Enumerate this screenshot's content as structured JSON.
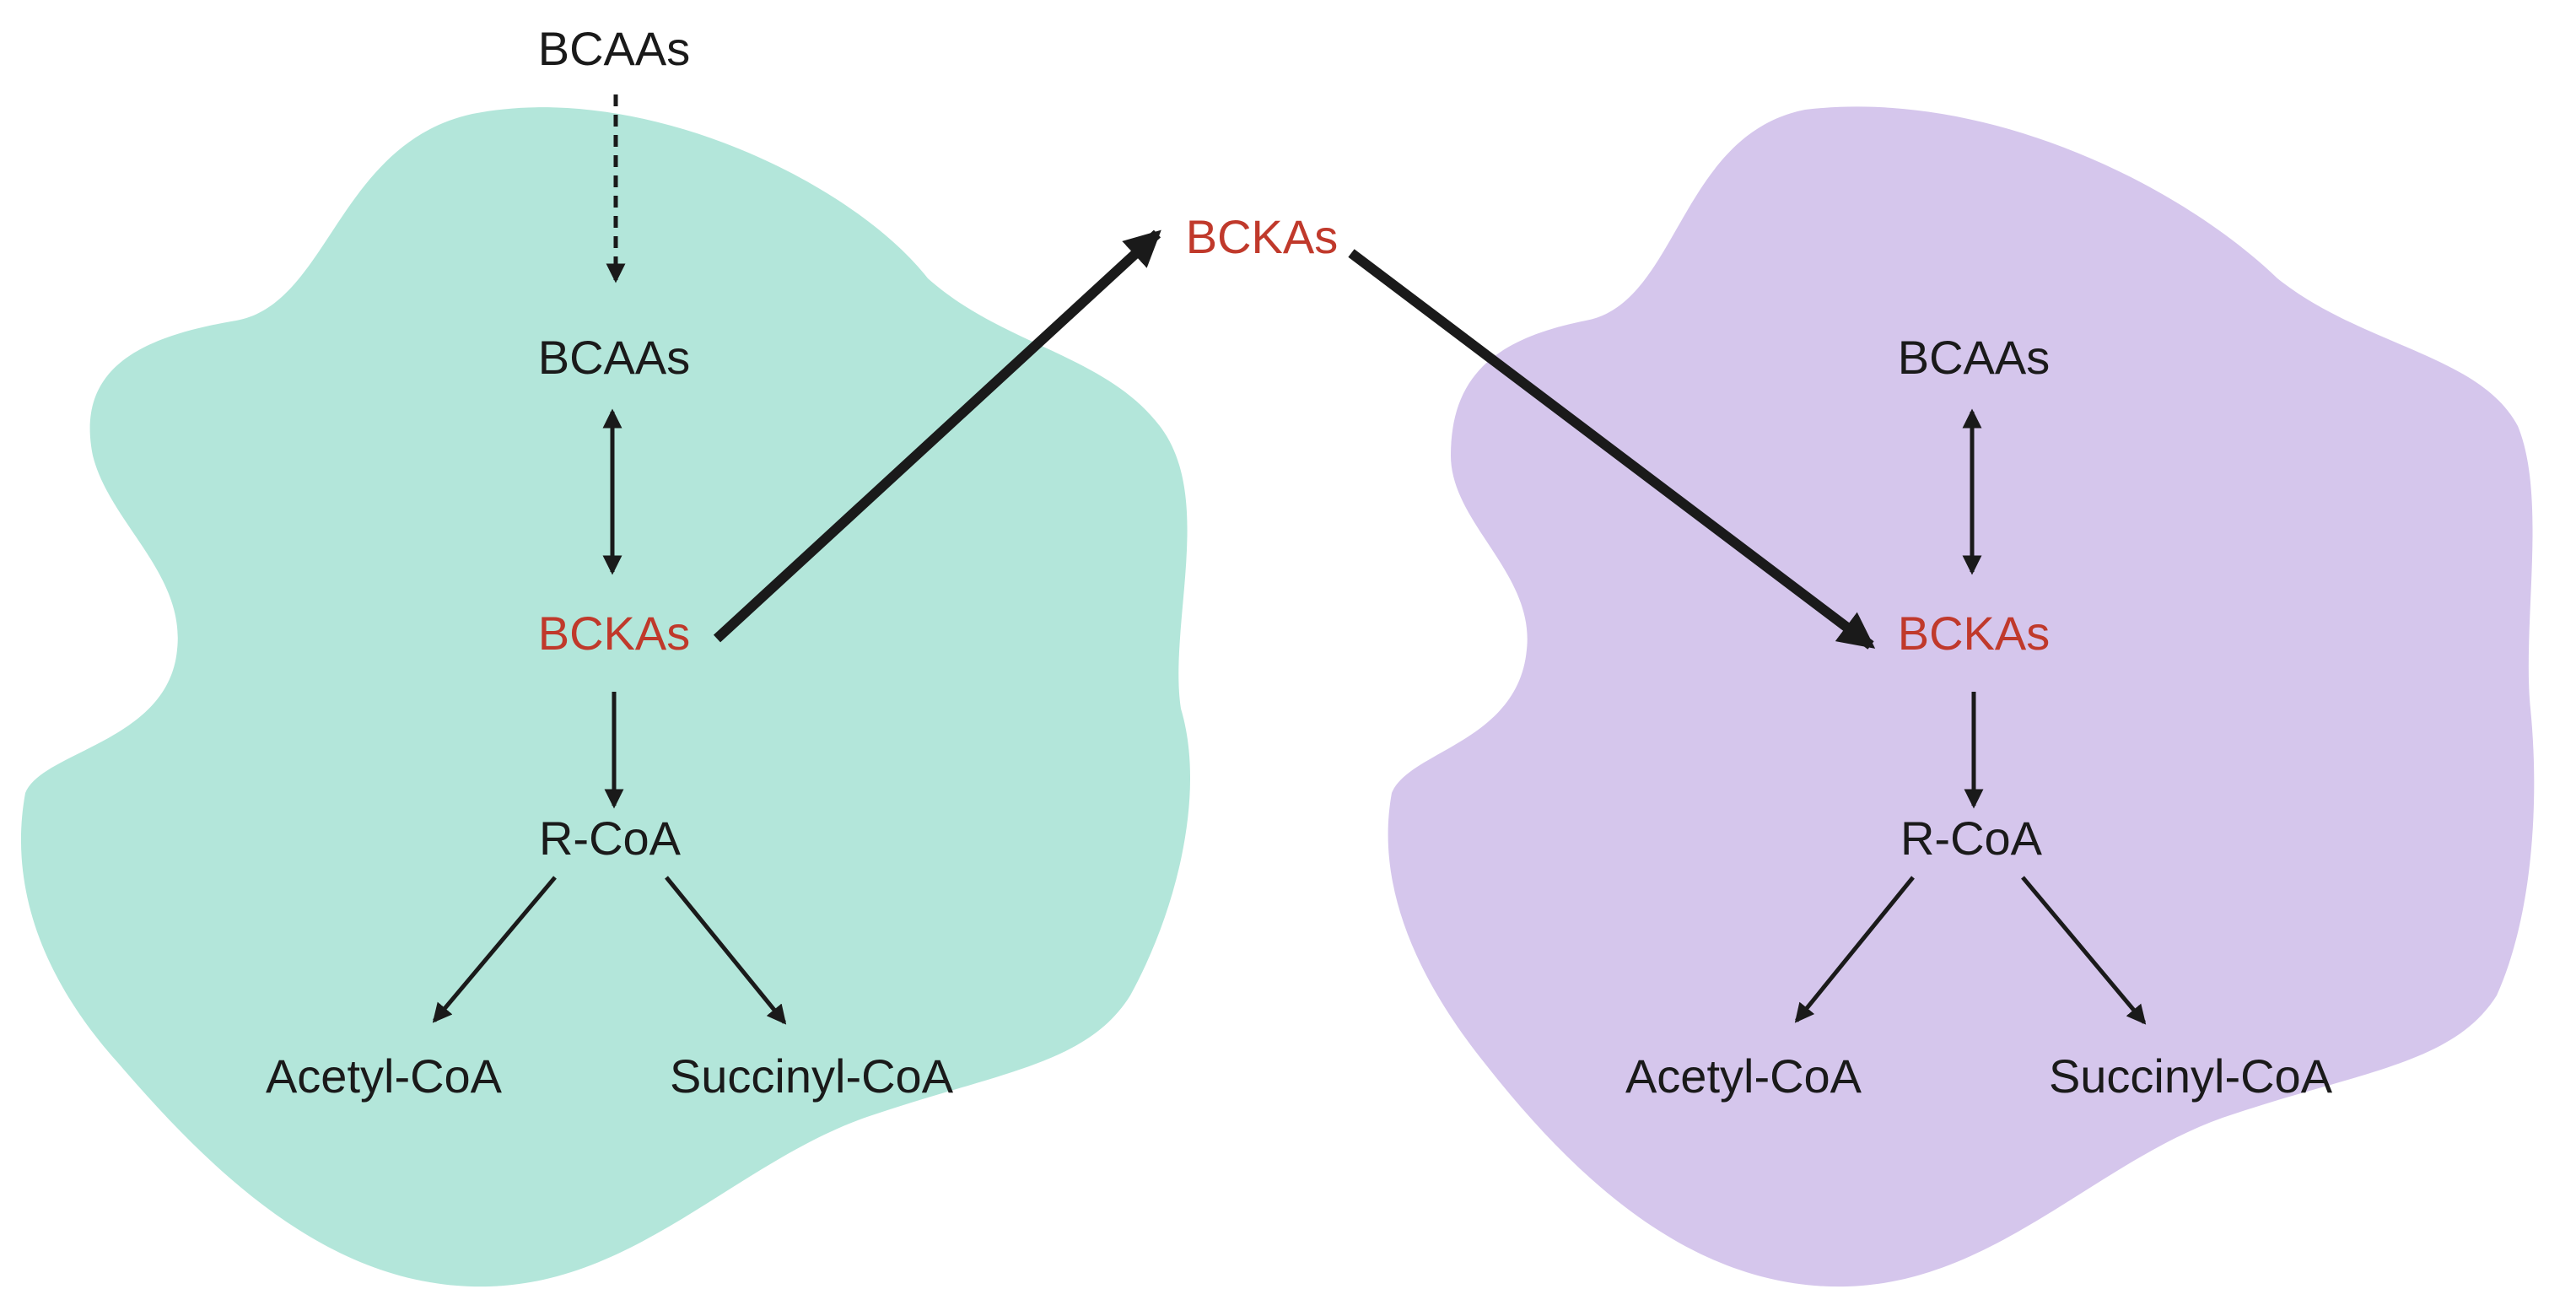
{
  "colors": {
    "left_cell": "#b3e6da",
    "right_cell": "#d5c6ec",
    "text": "#1a1a1a",
    "highlight_text": "#c0392b",
    "arrow": "#1a1a1a"
  },
  "outside": {
    "top_bcaas": "BCAAs",
    "mid_bckas": "BCKAs"
  },
  "left_cell": {
    "bcaas": "BCAAs",
    "bckas": "BCKAs",
    "rcoa": "R-CoA",
    "acetyl": "Acetyl-CoA",
    "succinyl": "Succinyl-CoA"
  },
  "right_cell": {
    "bcaas": "BCAAs",
    "bckas": "BCKAs",
    "rcoa": "R-CoA",
    "acetyl": "Acetyl-CoA",
    "succinyl": "Succinyl-CoA"
  }
}
